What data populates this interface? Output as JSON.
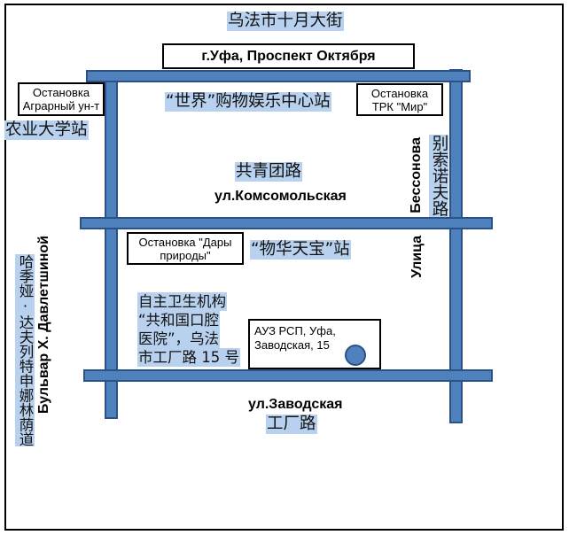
{
  "header": {
    "avenue_cn": "乌法市十月大街",
    "address_ru": "г.Уфа, Проспект Октября"
  },
  "stops": {
    "agrarian": {
      "lines": [
        "Остановка",
        "Аграрный ун-т"
      ],
      "name_cn": "农业大学站"
    },
    "mir": {
      "lines": [
        "Остановка",
        "ТРК \"Мир\""
      ],
      "name_cn": "“世界”购物娱乐中心站"
    },
    "dary": {
      "lines": [
        "Остановка \"Дары",
        "природы\""
      ],
      "name_cn": "“物华天宝”站"
    }
  },
  "streets": {
    "komsomolskaya": {
      "name_ru": "ул.Комсомольская",
      "name_cn": "共青团路"
    },
    "bessonova": {
      "name_ru_upper": "Бессонова",
      "name_ru_lower": "Улица",
      "name_cn": "别索诺夫路"
    },
    "davletshina": {
      "name_ru": "Бульвар Х. Давлетшиной",
      "name_cn": "哈季娅·达夫列特申娜林荫道"
    },
    "zavodskaya": {
      "name_ru": "ул.Заводская",
      "name_cn": "工厂路"
    }
  },
  "clinic": {
    "lines_ru": [
      "АУЗ РСП, Уфа,",
      "Заводская, 15"
    ],
    "lines_cn": [
      "自主卫生机构",
      "“共和国口腔",
      "医院”，乌法",
      "市工厂路 15 号"
    ],
    "marker_icon": "location-marker-icon"
  },
  "colors": {
    "road_fill": "#4f81bd",
    "road_outline": "#2b5189",
    "label_highlight": "#b8d1ee",
    "box_border": "#000000",
    "marker_fill": "#4f81bd"
  }
}
